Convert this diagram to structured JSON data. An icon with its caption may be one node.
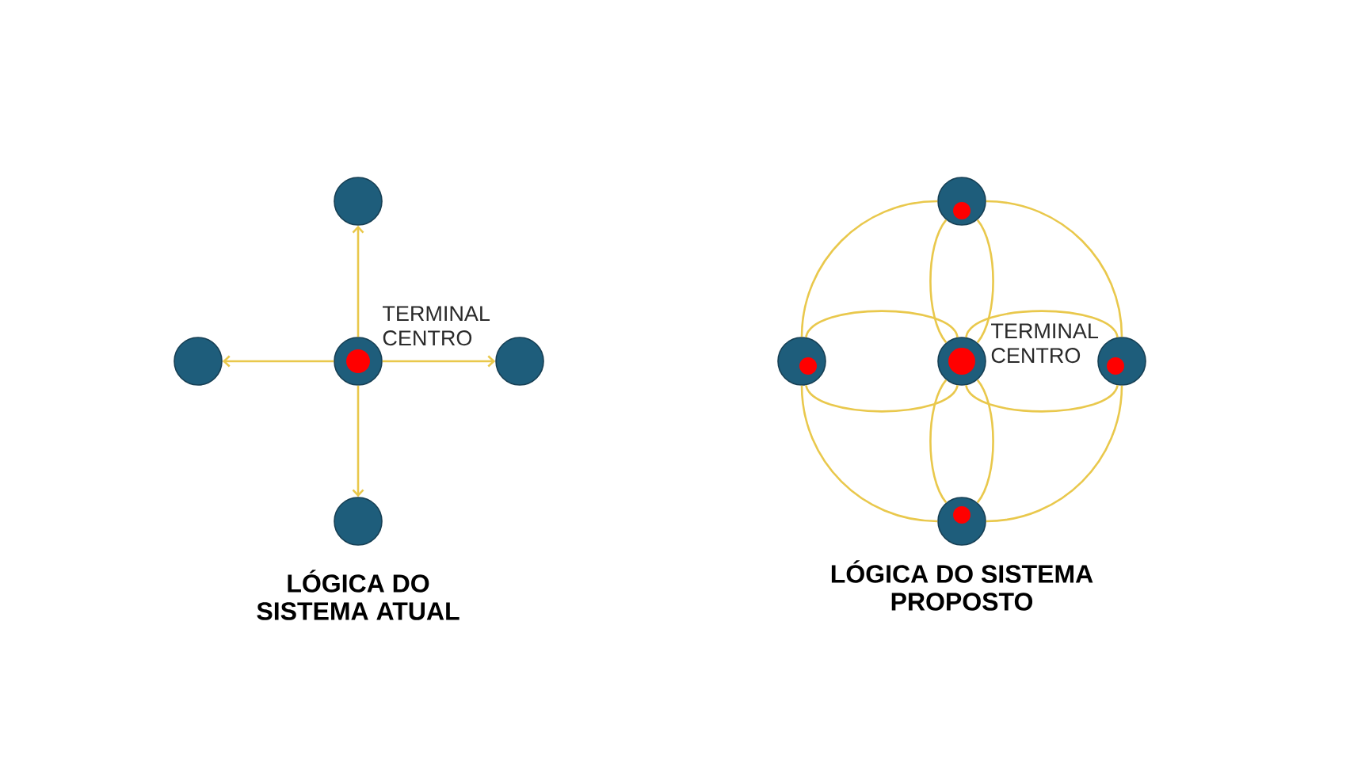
{
  "diagram": {
    "nodes": [
      {
        "text": [],
        "shape": "circle"
      },
      {
        "text": [],
        "shape": "circle"
      },
      {
        "text": [],
        "shape": "circle",
        "beside": [
          "TERMINAL CENTRO"
        ]
      },
      {
        "text": [],
        "shape": "circle"
      },
      {
        "text": [],
        "shape": "circle"
      },
      {
        "text": [],
        "shape": "circle"
      },
      {
        "text": [],
        "shape": "circle"
      },
      {
        "text": [],
        "shape": "circle",
        "beside": [
          "TERMINAL CENTRO"
        ]
      },
      {
        "text": [],
        "shape": "circle"
      },
      {
        "text": [],
        "shape": "circle"
      }
    ],
    "edges": [
      {
        "from": 2,
        "to": 0,
        "arrow": "to"
      },
      {
        "from": 2,
        "to": 1,
        "arrow": "to"
      },
      {
        "from": 2,
        "to": 3,
        "arrow": "to"
      },
      {
        "from": 2,
        "to": 4,
        "arrow": "to"
      },
      {
        "from": 7,
        "to": 5,
        "arrow": "none"
      },
      {
        "from": 7,
        "to": 5,
        "arrow": "none"
      },
      {
        "from": 7,
        "to": 6,
        "arrow": "none"
      },
      {
        "from": 7,
        "to": 6,
        "arrow": "none"
      },
      {
        "from": 7,
        "to": 8,
        "arrow": "none"
      },
      {
        "from": 7,
        "to": 8,
        "arrow": "none"
      },
      {
        "from": 7,
        "to": 9,
        "arrow": "none"
      },
      {
        "from": 7,
        "to": 9,
        "arrow": "none"
      },
      {
        "from": 5,
        "to": 6,
        "arrow": "none"
      },
      {
        "from": 5,
        "to": 8,
        "arrow": "none"
      },
      {
        "from": 6,
        "to": 9,
        "arrow": "none"
      },
      {
        "from": 8,
        "to": 9,
        "arrow": "none"
      }
    ],
    "labels": [
      "LÓGICA DO SISTEMA ATUAL",
      "LÓGICA DO SISTEMA PROPOSTO"
    ]
  }
}
